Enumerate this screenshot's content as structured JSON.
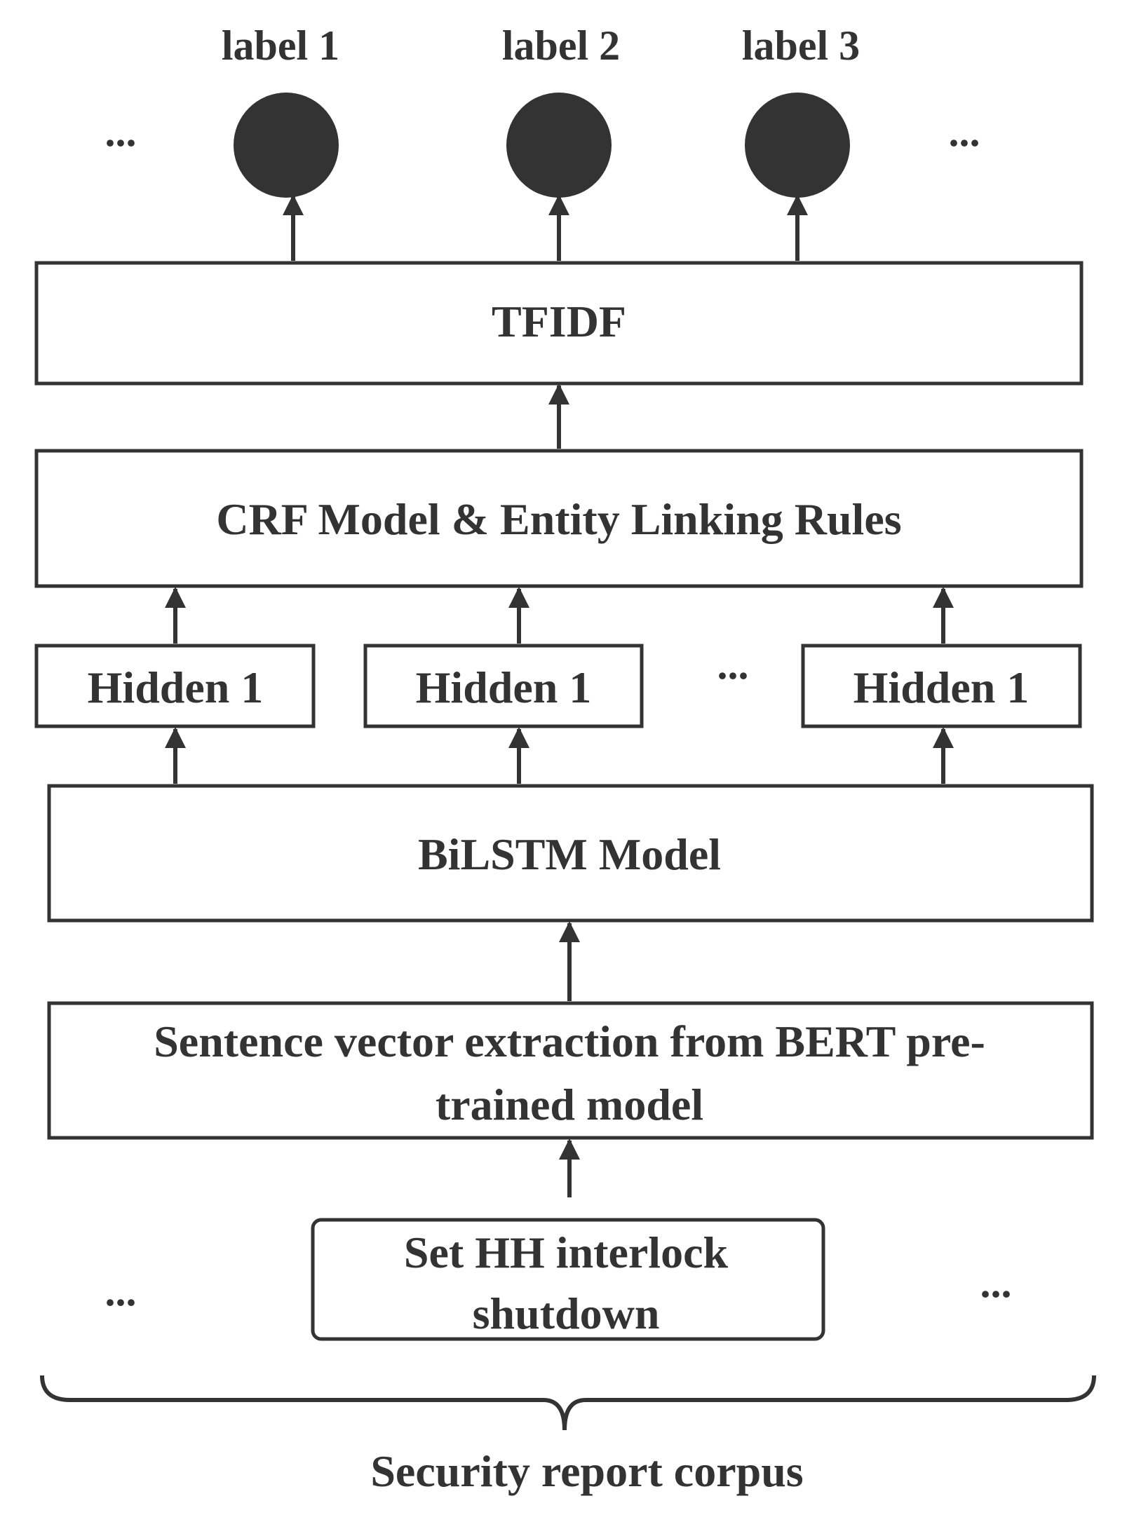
{
  "labels": [
    "label 1",
    "label 2",
    "label 3"
  ],
  "ellipsis": "...",
  "tfidf": "TFIDF",
  "crf": "CRF Model & Entity Linking Rules",
  "hidden": [
    "Hidden 1",
    "Hidden 1",
    "Hidden 1"
  ],
  "bilstm": "BiLSTM Model",
  "bert": [
    "Sentence vector extraction from BERT pre-",
    "trained model"
  ],
  "input": [
    "Set HH interlock",
    "shutdown"
  ],
  "corpus": "Security report corpus",
  "colors": {
    "ink": "#333333",
    "background": "#ffffff"
  }
}
